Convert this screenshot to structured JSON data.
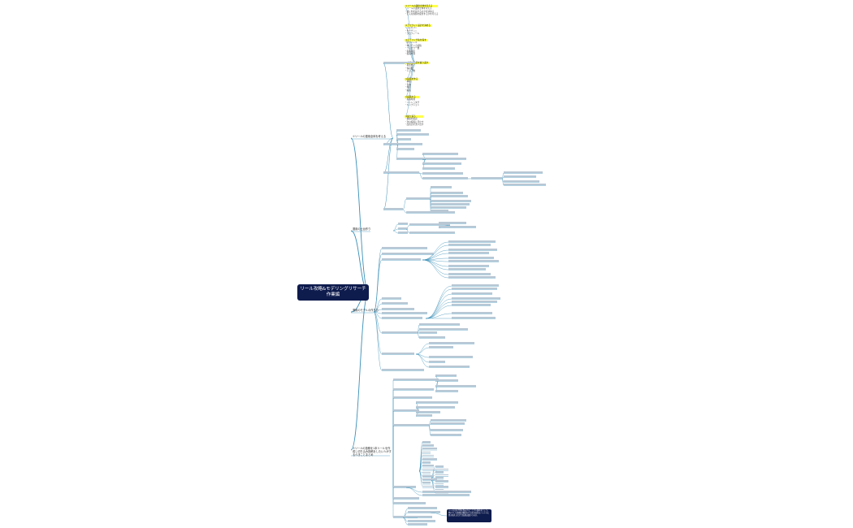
{
  "root": "リール攻略&モデリングリサーチ作業編",
  "branches": [
    {
      "label": "①リールの運用全体を考える"
    },
    {
      "label": "運用の土台作り"
    },
    {
      "label": "運用のモデルの作り方"
    },
    {
      "label": "②リールの投稿を1本リールを作成し切り込み投稿をしたい人がするべきことまとめ"
    }
  ],
  "top_notes": [
    {
      "heading": "①リールの運用全体を考える",
      "lines": [
        "・リールの運用全体を考える",
        "・誰に何を届けるのかを決める",
        "・どんな価値を提供するかを考える"
      ]
    },
    {
      "heading": "②アカウント設計を決める",
      "lines": [
        "・コンセプト",
        "・ターゲット",
        "・プロフィール"
      ]
    },
    {
      "heading": "③モデリング先を探す",
      "lines": [
        "・同ジャンル",
        "・伸びている投稿",
        "・フォロワー数",
        "・投稿頻度",
        "・投稿内容"
      ]
    },
    {
      "heading": "④分析と改善を繰り返す",
      "lines": [
        "・再生数",
        "・保存数",
        "・シェア数"
      ]
    },
    {
      "heading": "⑤投稿を作る",
      "lines": [
        "・構成",
        "・台本",
        "・撮影",
        "・編集"
      ]
    },
    {
      "heading": "⑥投稿する",
      "lines": [
        "・投稿時間",
        "・ハッシュタグ",
        "・キャプション"
      ]
    },
    {
      "heading": "⑦振り返る",
      "lines": [
        "・数値を確認",
        "・次の投稿に活かす",
        "・改善点を洗い出す"
      ]
    }
  ],
  "dark_note": "リールはまず型を真似することから始めましょう。伸びている投稿の構成をそのまま自分のジャンルに置き換えるだけで結果は変わります。"
}
